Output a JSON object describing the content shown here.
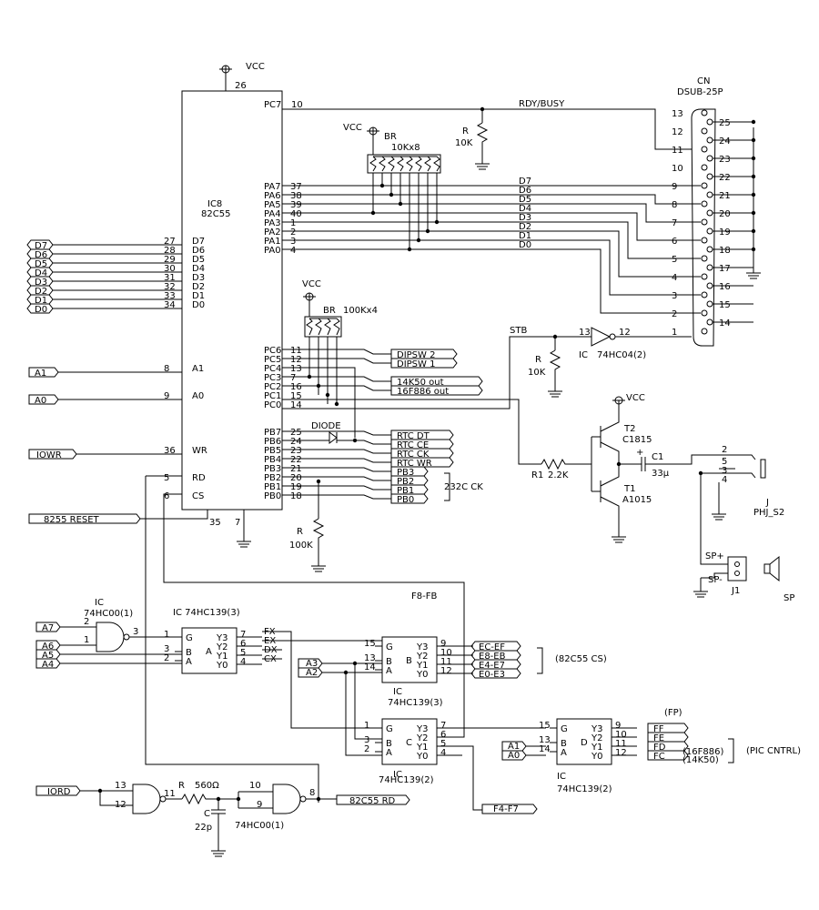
{
  "ic8": {
    "ref": "IC8",
    "part": "82C55",
    "vcc": "VCC",
    "vcc_pin": "26",
    "gnd_pin": "7",
    "reset_pin": "35",
    "left_pins": [
      {
        "num": "27",
        "name": "D7"
      },
      {
        "num": "28",
        "name": "D6"
      },
      {
        "num": "29",
        "name": "D5"
      },
      {
        "num": "30",
        "name": "D4"
      },
      {
        "num": "31",
        "name": "D3"
      },
      {
        "num": "32",
        "name": "D2"
      },
      {
        "num": "33",
        "name": "D1"
      },
      {
        "num": "34",
        "name": "D0"
      },
      {
        "num": "8",
        "name": "A1"
      },
      {
        "num": "9",
        "name": "A0"
      },
      {
        "num": "36",
        "name": "WR"
      },
      {
        "num": "5",
        "name": "RD"
      },
      {
        "num": "6",
        "name": "CS"
      }
    ],
    "pc7": {
      "name": "PC7",
      "num": "10"
    },
    "pa_pins": [
      {
        "name": "PA7",
        "num": "37"
      },
      {
        "name": "PA6",
        "num": "38"
      },
      {
        "name": "PA5",
        "num": "39"
      },
      {
        "name": "PA4",
        "num": "40"
      },
      {
        "name": "PA3",
        "num": "1"
      },
      {
        "name": "PA2",
        "num": "2"
      },
      {
        "name": "PA1",
        "num": "3"
      },
      {
        "name": "PA0",
        "num": "4"
      }
    ],
    "pc_pins": [
      {
        "name": "PC6",
        "num": "11"
      },
      {
        "name": "PC5",
        "num": "12"
      },
      {
        "name": "PC4",
        "num": "13"
      },
      {
        "name": "PC3",
        "num": "7"
      },
      {
        "name": "PC2",
        "num": "16"
      },
      {
        "name": "PC1",
        "num": "15"
      },
      {
        "name": "PC0",
        "num": "14"
      }
    ],
    "pb_pins": [
      {
        "name": "PB7",
        "num": "25"
      },
      {
        "name": "PB6",
        "num": "24"
      },
      {
        "name": "PB5",
        "num": "23"
      },
      {
        "name": "PB4",
        "num": "22"
      },
      {
        "name": "PB3",
        "num": "21"
      },
      {
        "name": "PB2",
        "num": "20"
      },
      {
        "name": "PB1",
        "num": "19"
      },
      {
        "name": "PB0",
        "num": "18"
      }
    ]
  },
  "bus_inputs": [
    "D7",
    "D6",
    "D5",
    "D4",
    "D3",
    "D2",
    "D1",
    "D0"
  ],
  "inputs": {
    "a1": "A1",
    "a0": "A0",
    "iowr": "IOWR",
    "reset": "8255 RESET",
    "a7": "A7",
    "a6": "A6",
    "a5": "A5",
    "a4": "A4",
    "a3": "A3",
    "a2": "A2",
    "iord": "IORD",
    "a1b": "A1",
    "a0b": "A0"
  },
  "connector": {
    "ref": "CN",
    "part": "DSUB-25P",
    "pins_a": [
      "13",
      "12",
      "11",
      "10",
      "9",
      "8",
      "7",
      "6",
      "5",
      "4",
      "3",
      "2",
      "1"
    ],
    "pins_b": [
      "25",
      "24",
      "23",
      "22",
      "21",
      "20",
      "19",
      "18",
      "17",
      "16",
      "15",
      "14"
    ]
  },
  "nets": {
    "rdy": "RDY/BUSY",
    "stb": "STB",
    "data": [
      "D7",
      "D6",
      "D5",
      "D4",
      "D3",
      "D2",
      "D1",
      "D0"
    ],
    "f8fb": "F8-FB"
  },
  "resistors": {
    "r_top": {
      "ref": "R",
      "val": "10K"
    },
    "br1": {
      "ref": "BR",
      "val": "10Kx8",
      "vcc": "VCC"
    },
    "br2": {
      "ref": "BR",
      "val": "100Kx4",
      "vcc": "VCC"
    },
    "r_stb": {
      "ref": "R",
      "val": "10K"
    },
    "r_pb": {
      "ref": "R",
      "val": "100K"
    },
    "r1": {
      "ref": "R1",
      "val": "2.2K"
    },
    "r_rd": {
      "ref": "R",
      "val": "560Ω"
    }
  },
  "pc_outputs": [
    "DIPSW 2",
    "DIPSW 1",
    "14K50 out",
    "16F886 out"
  ],
  "pb_outputs": [
    "RTC DT",
    "RTC CE",
    "RTC CK",
    "RTC WR",
    "PB3",
    "PB2",
    "PB1",
    "PB0"
  ],
  "rs232_label": "232C CK",
  "diode_label": "DIODE",
  "inverter": {
    "ic": "IC",
    "part": "74HC04(2)",
    "pin_in": "13",
    "pin_out": "12"
  },
  "transistors": {
    "vcc": "VCC",
    "t2_ref": "T2",
    "t2_part": "C1815",
    "t1_ref": "T1",
    "t1_part": "A1015"
  },
  "cap1": {
    "ref": "C1",
    "val": "33μ"
  },
  "jack": {
    "ref": "J",
    "part": "PHJ_S2",
    "pins": [
      "2",
      "5",
      "3",
      "4"
    ]
  },
  "speaker": {
    "j1": "J1",
    "plus": "SP+",
    "minus": "SP-",
    "sp": "SP"
  },
  "nand1": {
    "ic": "IC",
    "part": "74HC00(1)",
    "p1": "2",
    "p2": "1",
    "p3": "3"
  },
  "dec_a": {
    "title": "IC  74HC139(3)",
    "letter": "A",
    "in_pins": [
      "1",
      "3",
      "2"
    ],
    "out_pins": [
      "7",
      "6",
      "5",
      "4"
    ],
    "in_names": [
      "G",
      "B",
      "A"
    ],
    "out_names": [
      "Y3",
      "Y2",
      "Y1",
      "Y0"
    ],
    "nets": [
      "FX",
      "EX",
      "DX",
      "CX"
    ]
  },
  "dec_b": {
    "ic": "IC",
    "part": "74HC139(3)",
    "letter": "B",
    "in_pins": [
      "15",
      "13",
      "14"
    ],
    "out_pins": [
      "9",
      "10",
      "11",
      "12"
    ],
    "in_names": [
      "G",
      "B",
      "A"
    ],
    "out_names": [
      "Y3",
      "Y2",
      "Y1",
      "Y0"
    ],
    "outs": [
      "EC-EF",
      "E8-EB",
      "E4-E7",
      "E0-E3"
    ],
    "cs_label": "(82C55 CS)"
  },
  "dec_c": {
    "ic": "IC",
    "part": "74HC139(2)",
    "letter": "C",
    "in_pins": [
      "1",
      "3",
      "2"
    ],
    "out_pins": [
      "7",
      "6",
      "5",
      "4"
    ],
    "in_names": [
      "G",
      "B",
      "A"
    ],
    "out_names": [
      "Y3",
      "Y2",
      "Y1",
      "Y0"
    ],
    "out4": "F4-F7"
  },
  "dec_d": {
    "ic": "IC",
    "part": "74HC139(2)",
    "letter": "D",
    "in_pins": [
      "15",
      "13",
      "14"
    ],
    "out_pins": [
      "9",
      "10",
      "11",
      "12"
    ],
    "in_names": [
      "G",
      "B",
      "A"
    ],
    "out_names": [
      "Y3",
      "Y2",
      "Y1",
      "Y0"
    ],
    "outs": [
      "FF",
      "FE",
      "FD",
      "FC"
    ],
    "fp": "(FP)",
    "n16": "(16F886)",
    "n14": "(14K50)",
    "pic": "(PIC CNTRL)"
  },
  "rd_circuit": {
    "pin13": "13",
    "pin12": "12",
    "pin11": "11",
    "pin10": "10",
    "pin9": "9",
    "pin8": "8",
    "cap": "C",
    "cap_val": "22p",
    "part": "74HC00(1)",
    "out": "82C55 RD"
  }
}
